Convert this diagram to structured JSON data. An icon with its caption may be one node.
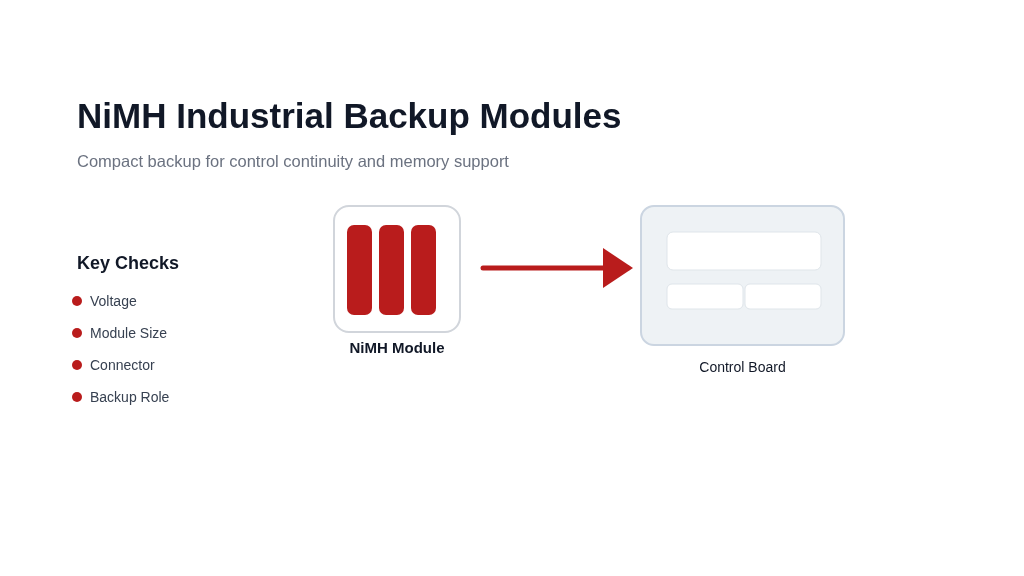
{
  "diagram": {
    "title": "NiMH Industrial Backup Modules",
    "nodes": [
      {
        "text": [
          "NiMH Module"
        ]
      },
      {
        "text": [
          "Control Board"
        ]
      }
    ],
    "edges": [
      {
        "from": 0,
        "to": 1,
        "arrow": "to"
      }
    ],
    "labels": [
      "Compact backup for control continuity and memory support",
      "Key Checks",
      "Voltage",
      "Module Size",
      "Connector",
      "Backup Role"
    ]
  }
}
